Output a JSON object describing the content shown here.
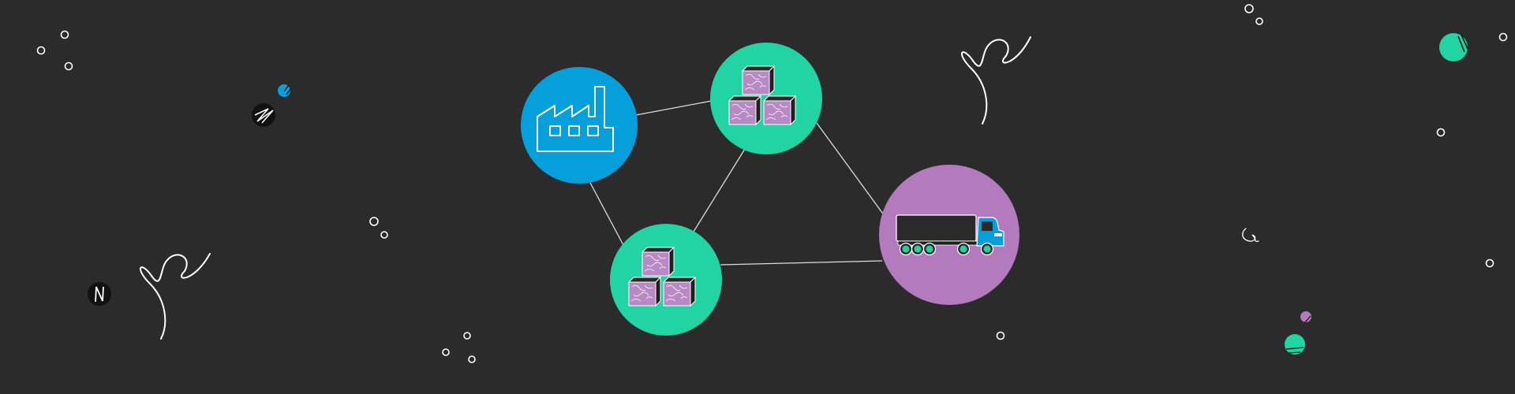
{
  "diagram": {
    "nodes": [
      {
        "id": "factory",
        "icon": "factory-icon",
        "color": "#059fdc"
      },
      {
        "id": "warehouse-top",
        "icon": "boxes-icon",
        "color": "#22d3a3"
      },
      {
        "id": "warehouse-bottom",
        "icon": "boxes-icon",
        "color": "#22d3a3"
      },
      {
        "id": "delivery",
        "icon": "truck-icon",
        "color": "#b37bbe"
      }
    ],
    "links": [
      {
        "from": "factory",
        "to": "warehouse-top"
      },
      {
        "from": "factory",
        "to": "warehouse-bottom"
      },
      {
        "from": "warehouse-top",
        "to": "warehouse-bottom"
      },
      {
        "from": "warehouse-top",
        "to": "delivery"
      },
      {
        "from": "warehouse-bottom",
        "to": "delivery"
      }
    ]
  },
  "palette": {
    "background": "#2b2b2b",
    "blue": "#059fdc",
    "green": "#22d3a3",
    "purple": "#b37bbe",
    "box": "#b889c4",
    "line": "#dcdcdc"
  }
}
